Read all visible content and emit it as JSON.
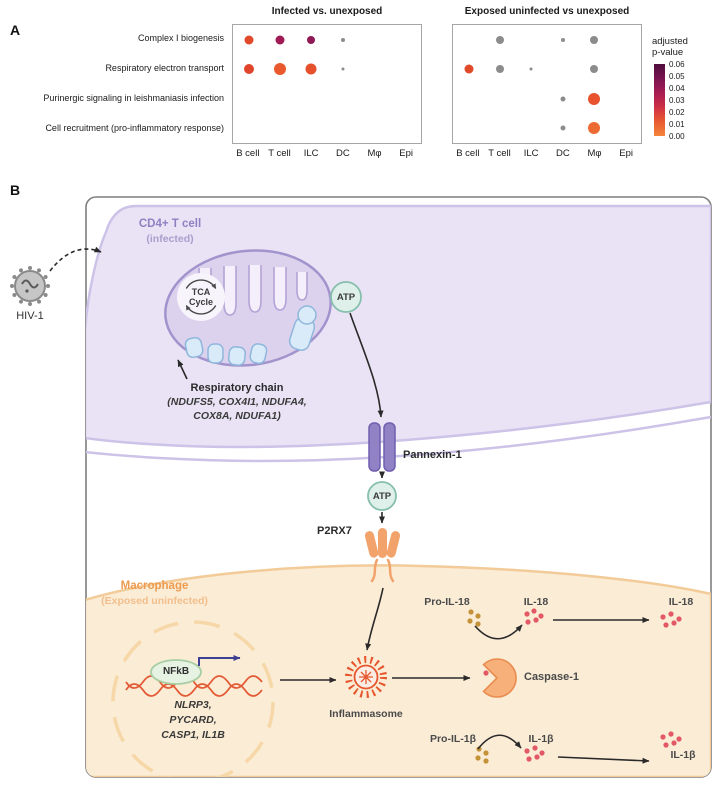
{
  "panel_a": {
    "label": "A"
  },
  "chart_data": {
    "type": "bubble-grid",
    "columns": [
      "B cell",
      "T cell",
      "ILC",
      "DC",
      "Mφ",
      "Epi"
    ],
    "rows": [
      "Complex I biogenesis",
      "Respiratory electron transport",
      "Purinergic signaling in leishmaniasis infection",
      "Cell recruitment (pro-inflammatory response)"
    ],
    "legend": {
      "title_line1": "adjusted",
      "title_line2": "p-value",
      "ticks": [
        "0.06",
        "0.05",
        "0.04",
        "0.03",
        "0.02",
        "0.01",
        "0.00"
      ],
      "gradient": [
        "#4F0D3C",
        "#7A1450",
        "#A81C53",
        "#CE3046",
        "#E85A30",
        "#F4863B"
      ]
    },
    "plots": [
      {
        "title": "Infected vs. unexposed",
        "dots": [
          {
            "row": 0,
            "col": 0,
            "color": "#E04A2B",
            "size": 9,
            "p": 0.01
          },
          {
            "row": 0,
            "col": 1,
            "color": "#A01B53",
            "size": 9,
            "p": 0.05
          },
          {
            "row": 0,
            "col": 2,
            "color": "#8F1A56",
            "size": 8,
            "p": 0.055
          },
          {
            "row": 0,
            "col": 3,
            "color": "#8C8C8C",
            "size": 4,
            "p": null
          },
          {
            "row": 1,
            "col": 0,
            "color": "#E0452B",
            "size": 10,
            "p": 0.008
          },
          {
            "row": 1,
            "col": 1,
            "color": "#E85A2E",
            "size": 12,
            "p": 0.003
          },
          {
            "row": 1,
            "col": 2,
            "color": "#E5512C",
            "size": 11,
            "p": 0.005
          },
          {
            "row": 1,
            "col": 3,
            "color": "#8C8C8C",
            "size": 3,
            "p": null
          }
        ]
      },
      {
        "title": "Exposed uninfected vs unexposed",
        "dots": [
          {
            "row": 0,
            "col": 1,
            "color": "#8C8C8C",
            "size": 8,
            "p": null
          },
          {
            "row": 0,
            "col": 3,
            "color": "#8C8C8C",
            "size": 4,
            "p": null
          },
          {
            "row": 0,
            "col": 4,
            "color": "#8C8C8C",
            "size": 8,
            "p": null
          },
          {
            "row": 1,
            "col": 0,
            "color": "#E04A2B",
            "size": 9,
            "p": 0.01
          },
          {
            "row": 1,
            "col": 1,
            "color": "#8C8C8C",
            "size": 8,
            "p": null
          },
          {
            "row": 1,
            "col": 2,
            "color": "#8C8C8C",
            "size": 3,
            "p": null
          },
          {
            "row": 1,
            "col": 4,
            "color": "#8C8C8C",
            "size": 8,
            "p": null
          },
          {
            "row": 2,
            "col": 3,
            "color": "#8C8C8C",
            "size": 5,
            "p": null
          },
          {
            "row": 2,
            "col": 4,
            "color": "#E8532D",
            "size": 12,
            "p": 0.005
          },
          {
            "row": 3,
            "col": 3,
            "color": "#8C8C8C",
            "size": 5,
            "p": null
          },
          {
            "row": 3,
            "col": 4,
            "color": "#ED6A33",
            "size": 12,
            "p": 0.01
          }
        ]
      }
    ]
  },
  "panel_b": {
    "label": "B",
    "virus": {
      "label": "HIV-1"
    },
    "t_cell": {
      "name": "CD4+ T cell",
      "state": "(infected)"
    },
    "tca": {
      "line1": "TCA",
      "line2": "Cycle"
    },
    "atp_top": "ATP",
    "atp_mid": "ATP",
    "respiratory_chain": {
      "title": "Respiratory chain",
      "genes_line1": "(NDUFS5, COX4I1, NDUFA4,",
      "genes_line2": "COX8A, NDUFA1)"
    },
    "pannexin_label": "Pannexin-1",
    "p2rx7_label": "P2RX7",
    "macrophage": {
      "name": "Macrophage",
      "state": "(Exposed uninfected)"
    },
    "nfkb_label": "NFkB",
    "genes": {
      "line1": "NLRP3,",
      "line2": "PYCARD,",
      "line3": "CASP1, IL1B"
    },
    "inflammasome_label": "Inflammasome",
    "caspase_label": "Caspase-1",
    "pro_il18_label": "Pro-IL-18",
    "il18_label": "IL-18",
    "il18_secreted_label": "IL-18",
    "pro_il1b_label": "Pro-IL-1β",
    "il1b_label": "IL-1β",
    "il1b_secreted_label": "IL-1β"
  },
  "colors": {
    "t_cell_fill": "#E9E3F5",
    "t_cell_border": "#CDC2E7",
    "t_cell_label": "#8F80C2",
    "t_cell_sublabel": "#AB9ECD",
    "macrophage_fill": "#FBECD6",
    "macrophage_border": "#F2CB98",
    "macrophage_label": "#EC9B50",
    "macrophage_sublabel": "#F2BE8C",
    "atp_fill": "#DFF0EA",
    "atp_border": "#86BFAD",
    "pannexin": "#9182C6",
    "p2rx7": "#F2A36B",
    "inflammasome": "#E6572E",
    "caspase_fill": "#F7B07A",
    "nfkb_fill": "#E6F2E2",
    "nfkb_border": "#A9CDA2",
    "dna": "#E25A35",
    "gold_dot": "#C49238",
    "red_dot": "#E25864",
    "arrow": "#2A2A2A",
    "nfkb_arrow": "#3D3F92",
    "nonsignificant_dot": "#8C8C8C"
  }
}
